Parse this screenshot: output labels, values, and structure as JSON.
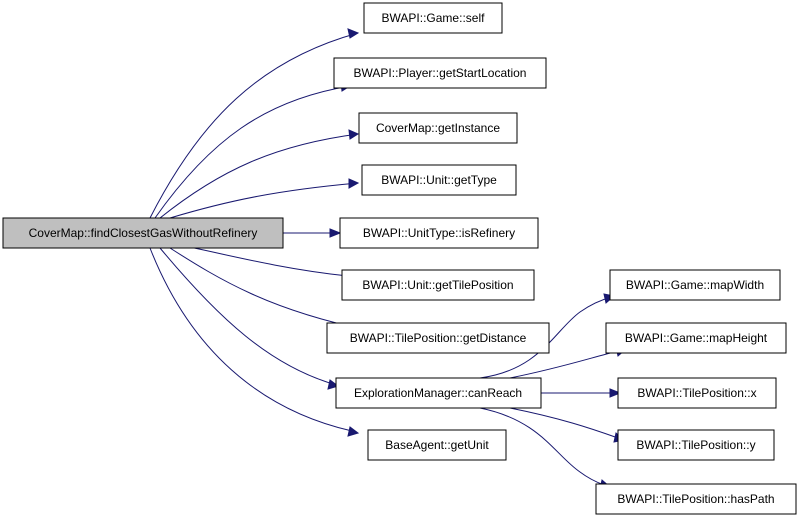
{
  "graph": {
    "colors": {
      "edge": "#191970",
      "root_fill": "#bfbfbf",
      "node_fill": "#ffffff",
      "node_border": "#000000"
    },
    "root": "CoverMap::findClosestGasWithoutRefinery",
    "nodes": [
      {
        "id": "root",
        "label": "CoverMap::findClosestGasWithoutRefinery"
      },
      {
        "id": "game_self",
        "label": "BWAPI::Game::self"
      },
      {
        "id": "player_start",
        "label": "BWAPI::Player::getStartLocation"
      },
      {
        "id": "covermap_instance",
        "label": "CoverMap::getInstance"
      },
      {
        "id": "unit_type",
        "label": "BWAPI::Unit::getType"
      },
      {
        "id": "unittype_refinery",
        "label": "BWAPI::UnitType::isRefinery"
      },
      {
        "id": "unit_tilepos",
        "label": "BWAPI::Unit::getTilePosition"
      },
      {
        "id": "tilepos_distance",
        "label": "BWAPI::TilePosition::getDistance"
      },
      {
        "id": "explore_canreach",
        "label": "ExplorationManager::canReach"
      },
      {
        "id": "baseagent_unit",
        "label": "BaseAgent::getUnit"
      },
      {
        "id": "game_mapwidth",
        "label": "BWAPI::Game::mapWidth"
      },
      {
        "id": "game_mapheight",
        "label": "BWAPI::Game::mapHeight"
      },
      {
        "id": "tilepos_x",
        "label": "BWAPI::TilePosition::x"
      },
      {
        "id": "tilepos_y",
        "label": "BWAPI::TilePosition::y"
      },
      {
        "id": "tilepos_haspath",
        "label": "BWAPI::TilePosition::hasPath"
      }
    ],
    "edges": [
      {
        "from": "root",
        "to": "game_self"
      },
      {
        "from": "root",
        "to": "player_start"
      },
      {
        "from": "root",
        "to": "covermap_instance"
      },
      {
        "from": "root",
        "to": "unit_type"
      },
      {
        "from": "root",
        "to": "unittype_refinery"
      },
      {
        "from": "root",
        "to": "unit_tilepos"
      },
      {
        "from": "root",
        "to": "tilepos_distance"
      },
      {
        "from": "root",
        "to": "explore_canreach"
      },
      {
        "from": "root",
        "to": "baseagent_unit"
      },
      {
        "from": "explore_canreach",
        "to": "game_mapwidth"
      },
      {
        "from": "explore_canreach",
        "to": "game_mapheight"
      },
      {
        "from": "explore_canreach",
        "to": "tilepos_x"
      },
      {
        "from": "explore_canreach",
        "to": "tilepos_y"
      },
      {
        "from": "explore_canreach",
        "to": "tilepos_haspath"
      }
    ]
  }
}
